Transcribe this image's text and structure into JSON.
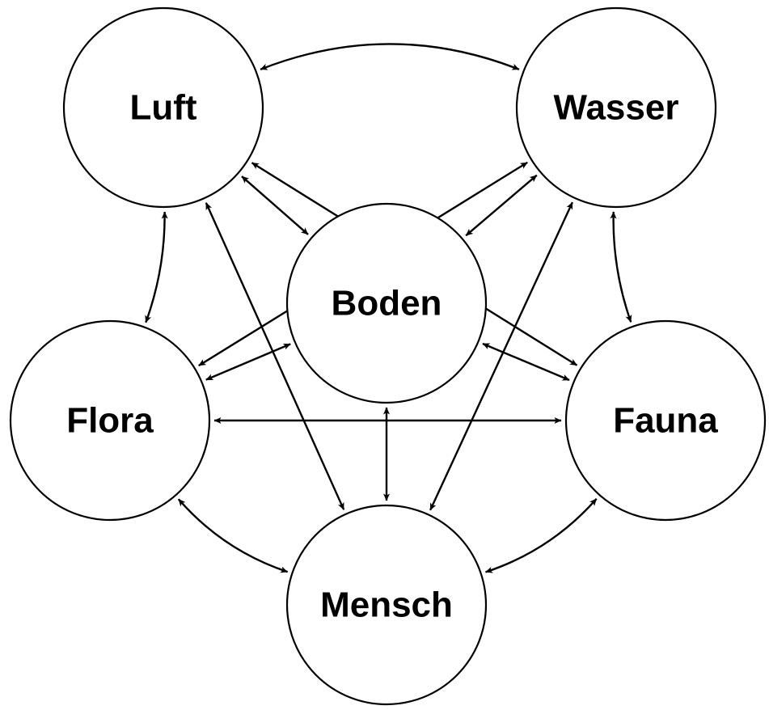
{
  "diagram": {
    "nodes": [
      {
        "id": "luft",
        "label": "Luft"
      },
      {
        "id": "wasser",
        "label": "Wasser"
      },
      {
        "id": "boden",
        "label": "Boden"
      },
      {
        "id": "flora",
        "label": "Flora"
      },
      {
        "id": "fauna",
        "label": "Fauna"
      },
      {
        "id": "mensch",
        "label": "Mensch"
      }
    ],
    "edges": [
      {
        "from": "luft",
        "to": "wasser",
        "bidirectional": true
      },
      {
        "from": "luft",
        "to": "flora",
        "bidirectional": true
      },
      {
        "from": "luft",
        "to": "boden",
        "bidirectional": true
      },
      {
        "from": "luft",
        "to": "fauna",
        "bidirectional": true
      },
      {
        "from": "luft",
        "to": "mensch",
        "bidirectional": true
      },
      {
        "from": "wasser",
        "to": "fauna",
        "bidirectional": true
      },
      {
        "from": "wasser",
        "to": "boden",
        "bidirectional": true
      },
      {
        "from": "wasser",
        "to": "flora",
        "bidirectional": true
      },
      {
        "from": "wasser",
        "to": "mensch",
        "bidirectional": true
      },
      {
        "from": "boden",
        "to": "flora",
        "bidirectional": true
      },
      {
        "from": "boden",
        "to": "fauna",
        "bidirectional": true
      },
      {
        "from": "boden",
        "to": "mensch",
        "bidirectional": true
      },
      {
        "from": "flora",
        "to": "fauna",
        "bidirectional": true
      },
      {
        "from": "flora",
        "to": "mensch",
        "bidirectional": true
      },
      {
        "from": "fauna",
        "to": "mensch",
        "bidirectional": true
      }
    ],
    "colors": {
      "line": "#000000",
      "node_fill": "#ffffff",
      "text": "#000000"
    }
  }
}
